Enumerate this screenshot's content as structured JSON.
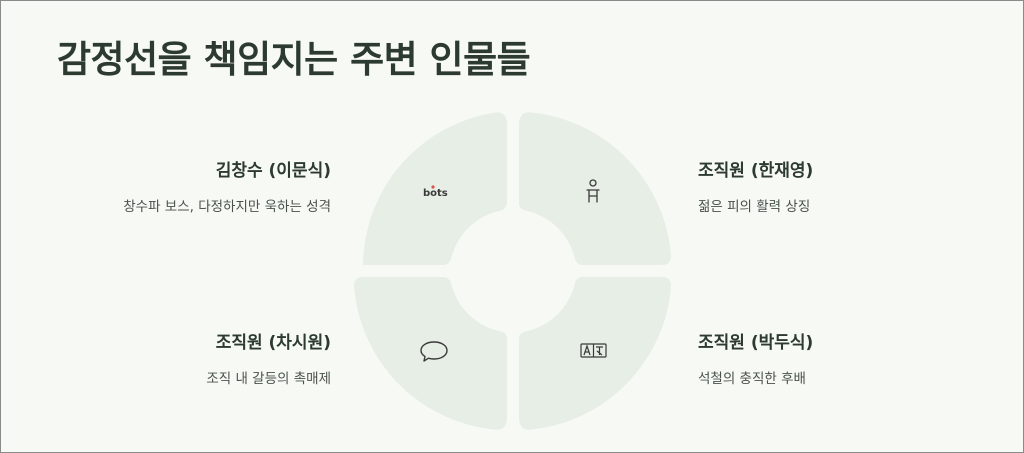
{
  "title": "감정선을 책임지는 주변 인물들",
  "colors": {
    "segment": "#e7eee6",
    "background": "#f7f9f5",
    "text": "#2c3a30"
  },
  "people": [
    {
      "name": "김창수 (이문식)",
      "description": "창수파 보스, 다정하지만 욱하는 성격",
      "icon": "bots-logo-icon",
      "icon_text": "bots"
    },
    {
      "name": "조직원 (한재영)",
      "description": "젊은 피의 활력 상징",
      "icon": "person-icon"
    },
    {
      "name": "조직원 (차시원)",
      "description": "조직 내 갈등의 촉매제",
      "icon": "speech-bubble-icon"
    },
    {
      "name": "조직원 (박두식)",
      "description": "석철의 충직한 후배",
      "icon": "translate-icon"
    }
  ]
}
